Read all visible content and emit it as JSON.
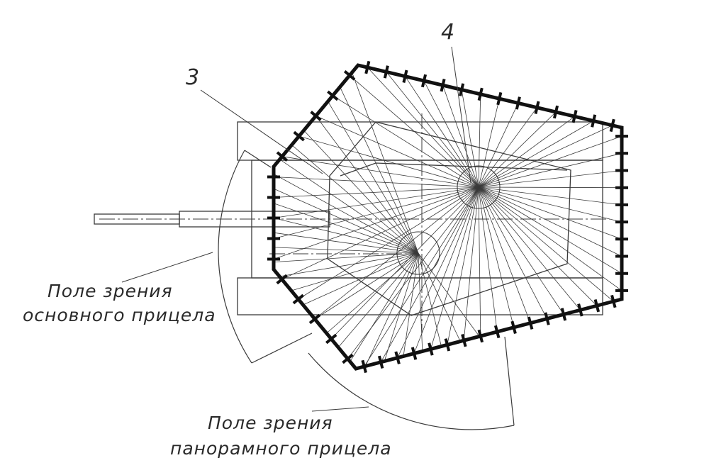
{
  "labels": {
    "marker_3": "3",
    "marker_4": "4",
    "main_sight_line1": "Поле зрения",
    "main_sight_line2": "основного прицела",
    "panoramic_sight_line1": "Поле зрения",
    "panoramic_sight_line2": "панорамного прицела"
  },
  "colors": {
    "ink": "#1a1a1a",
    "thin": "#3a3a3a"
  }
}
